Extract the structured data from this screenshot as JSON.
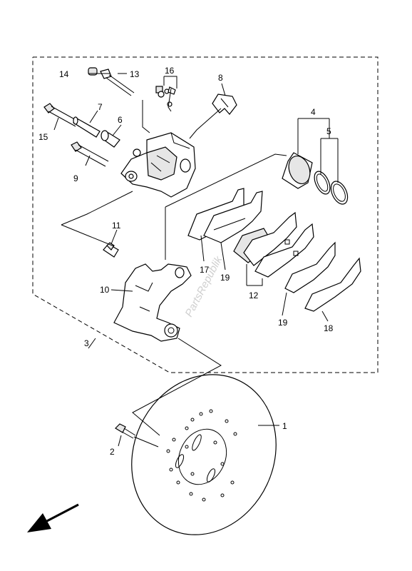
{
  "watermark": "PartsRepublik",
  "callouts": {
    "c1": "1",
    "c2": "2",
    "c3": "3",
    "c4": "4",
    "c5": "5",
    "c6": "6",
    "c7": "7",
    "c8": "8",
    "c9": "9",
    "c10": "10",
    "c11": "11",
    "c12": "12",
    "c13": "13",
    "c14": "14",
    "c15": "15",
    "c16": "16",
    "c17": "17",
    "c18": "18",
    "c19a": "19",
    "c19b": "19"
  }
}
